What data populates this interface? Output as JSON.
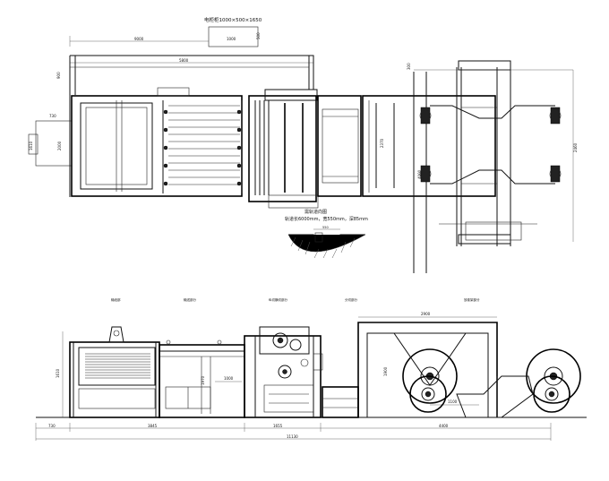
{
  "plan": {
    "cabinet_label": "电柜柜1000×500×1650",
    "cabinet_dim_w": "1000",
    "cabinet_dim_h": "500",
    "dim_top_left": "9000",
    "dim_top_mid": "5800",
    "dim_left_900": "900",
    "dim_left_730": "730",
    "dim_left_2000": "2000",
    "dim_left_1610": "1610",
    "dim_mid_2370": "2370",
    "dim_right_4000": "4000",
    "dim_right_2460": "2460",
    "dim_right_300": "300",
    "rail_title": "需轨道向图",
    "rail_spec": "轨道长6000mm，宽550mm，深85mm",
    "rail_width": "550"
  },
  "elevation": {
    "section_labels": [
      "输纸部",
      "输送部分",
      "纵切横切部分",
      "分切部分",
      "放卷架部分"
    ],
    "dim_height_left": "1610",
    "dim_height_mid": "1970",
    "dim_1000": "1000",
    "dim_1100": "1100",
    "dim_2900": "2900",
    "dim_1900": "1900",
    "dim_bottom_730": "730",
    "dim_bottom_3845": "3845",
    "dim_bottom_1655": "1655",
    "dim_bottom_4400": "4400",
    "dim_total": "11130"
  }
}
